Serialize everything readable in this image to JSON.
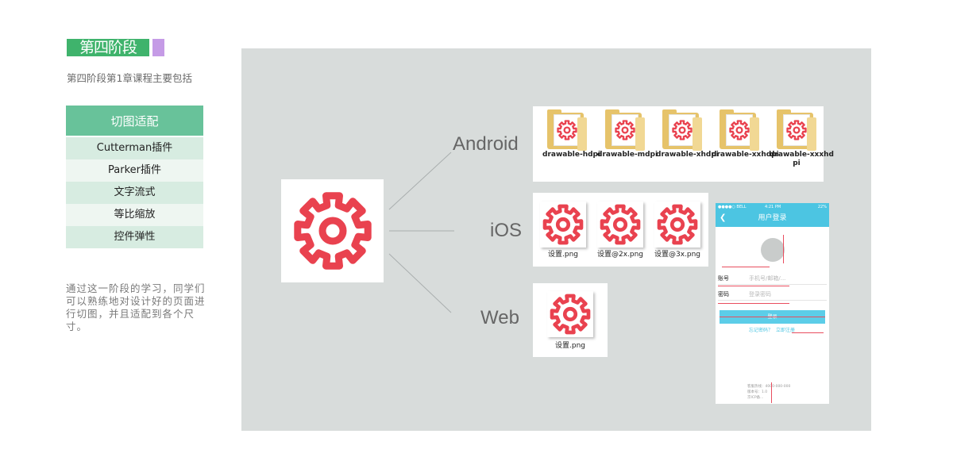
{
  "header": {
    "stage_title": "第四阶段",
    "accent_green": "#3fb36c",
    "accent_purple": "#c59be6",
    "subtitle": "第四阶段第1章课程主要包括"
  },
  "menu": {
    "header": "切图适配",
    "items": [
      {
        "label": "Cutterman插件"
      },
      {
        "label": "Parker插件"
      },
      {
        "label": "文字流式"
      },
      {
        "label": "等比缩放"
      },
      {
        "label": "控件弹性"
      }
    ]
  },
  "description": "通过这一阶段的学习，同学们可以熟练地对设计好的页面进行切图，并且适配到各个尺寸。",
  "diagram": {
    "icon": "gear-icon",
    "gear_color": "#e9424f",
    "platforms": [
      {
        "name": "Android"
      },
      {
        "name": "iOS"
      },
      {
        "name": "Web"
      }
    ],
    "android_folders": [
      {
        "label": "drawable-hdpi"
      },
      {
        "label": "drawable-mdpi"
      },
      {
        "label": "drawable-xhdpi"
      },
      {
        "label": "drawable-xxhdpi"
      },
      {
        "label": "drawable-xxxhd",
        "label2": "pi"
      }
    ],
    "ios_files": [
      {
        "label": "设置.png"
      },
      {
        "label": "设置@2x.png"
      },
      {
        "label": "设置@3x.png"
      }
    ],
    "web_files": [
      {
        "label": "设置.png"
      }
    ]
  },
  "phone": {
    "carrier": "●●●●○ BELL",
    "time": "4:21 PM",
    "battery": "22%",
    "nav_title": "用户登录",
    "account_label": "账号",
    "account_placeholder": "手机号/邮箱/...",
    "password_label": "密码",
    "password_placeholder": "登录密码",
    "login_button": "登录",
    "link_left": "忘记密码？",
    "link_right": "立即注册",
    "footer_lines": [
      "客服热线：4000-000-000",
      "版本号：1.0",
      "京ICP备..."
    ]
  }
}
